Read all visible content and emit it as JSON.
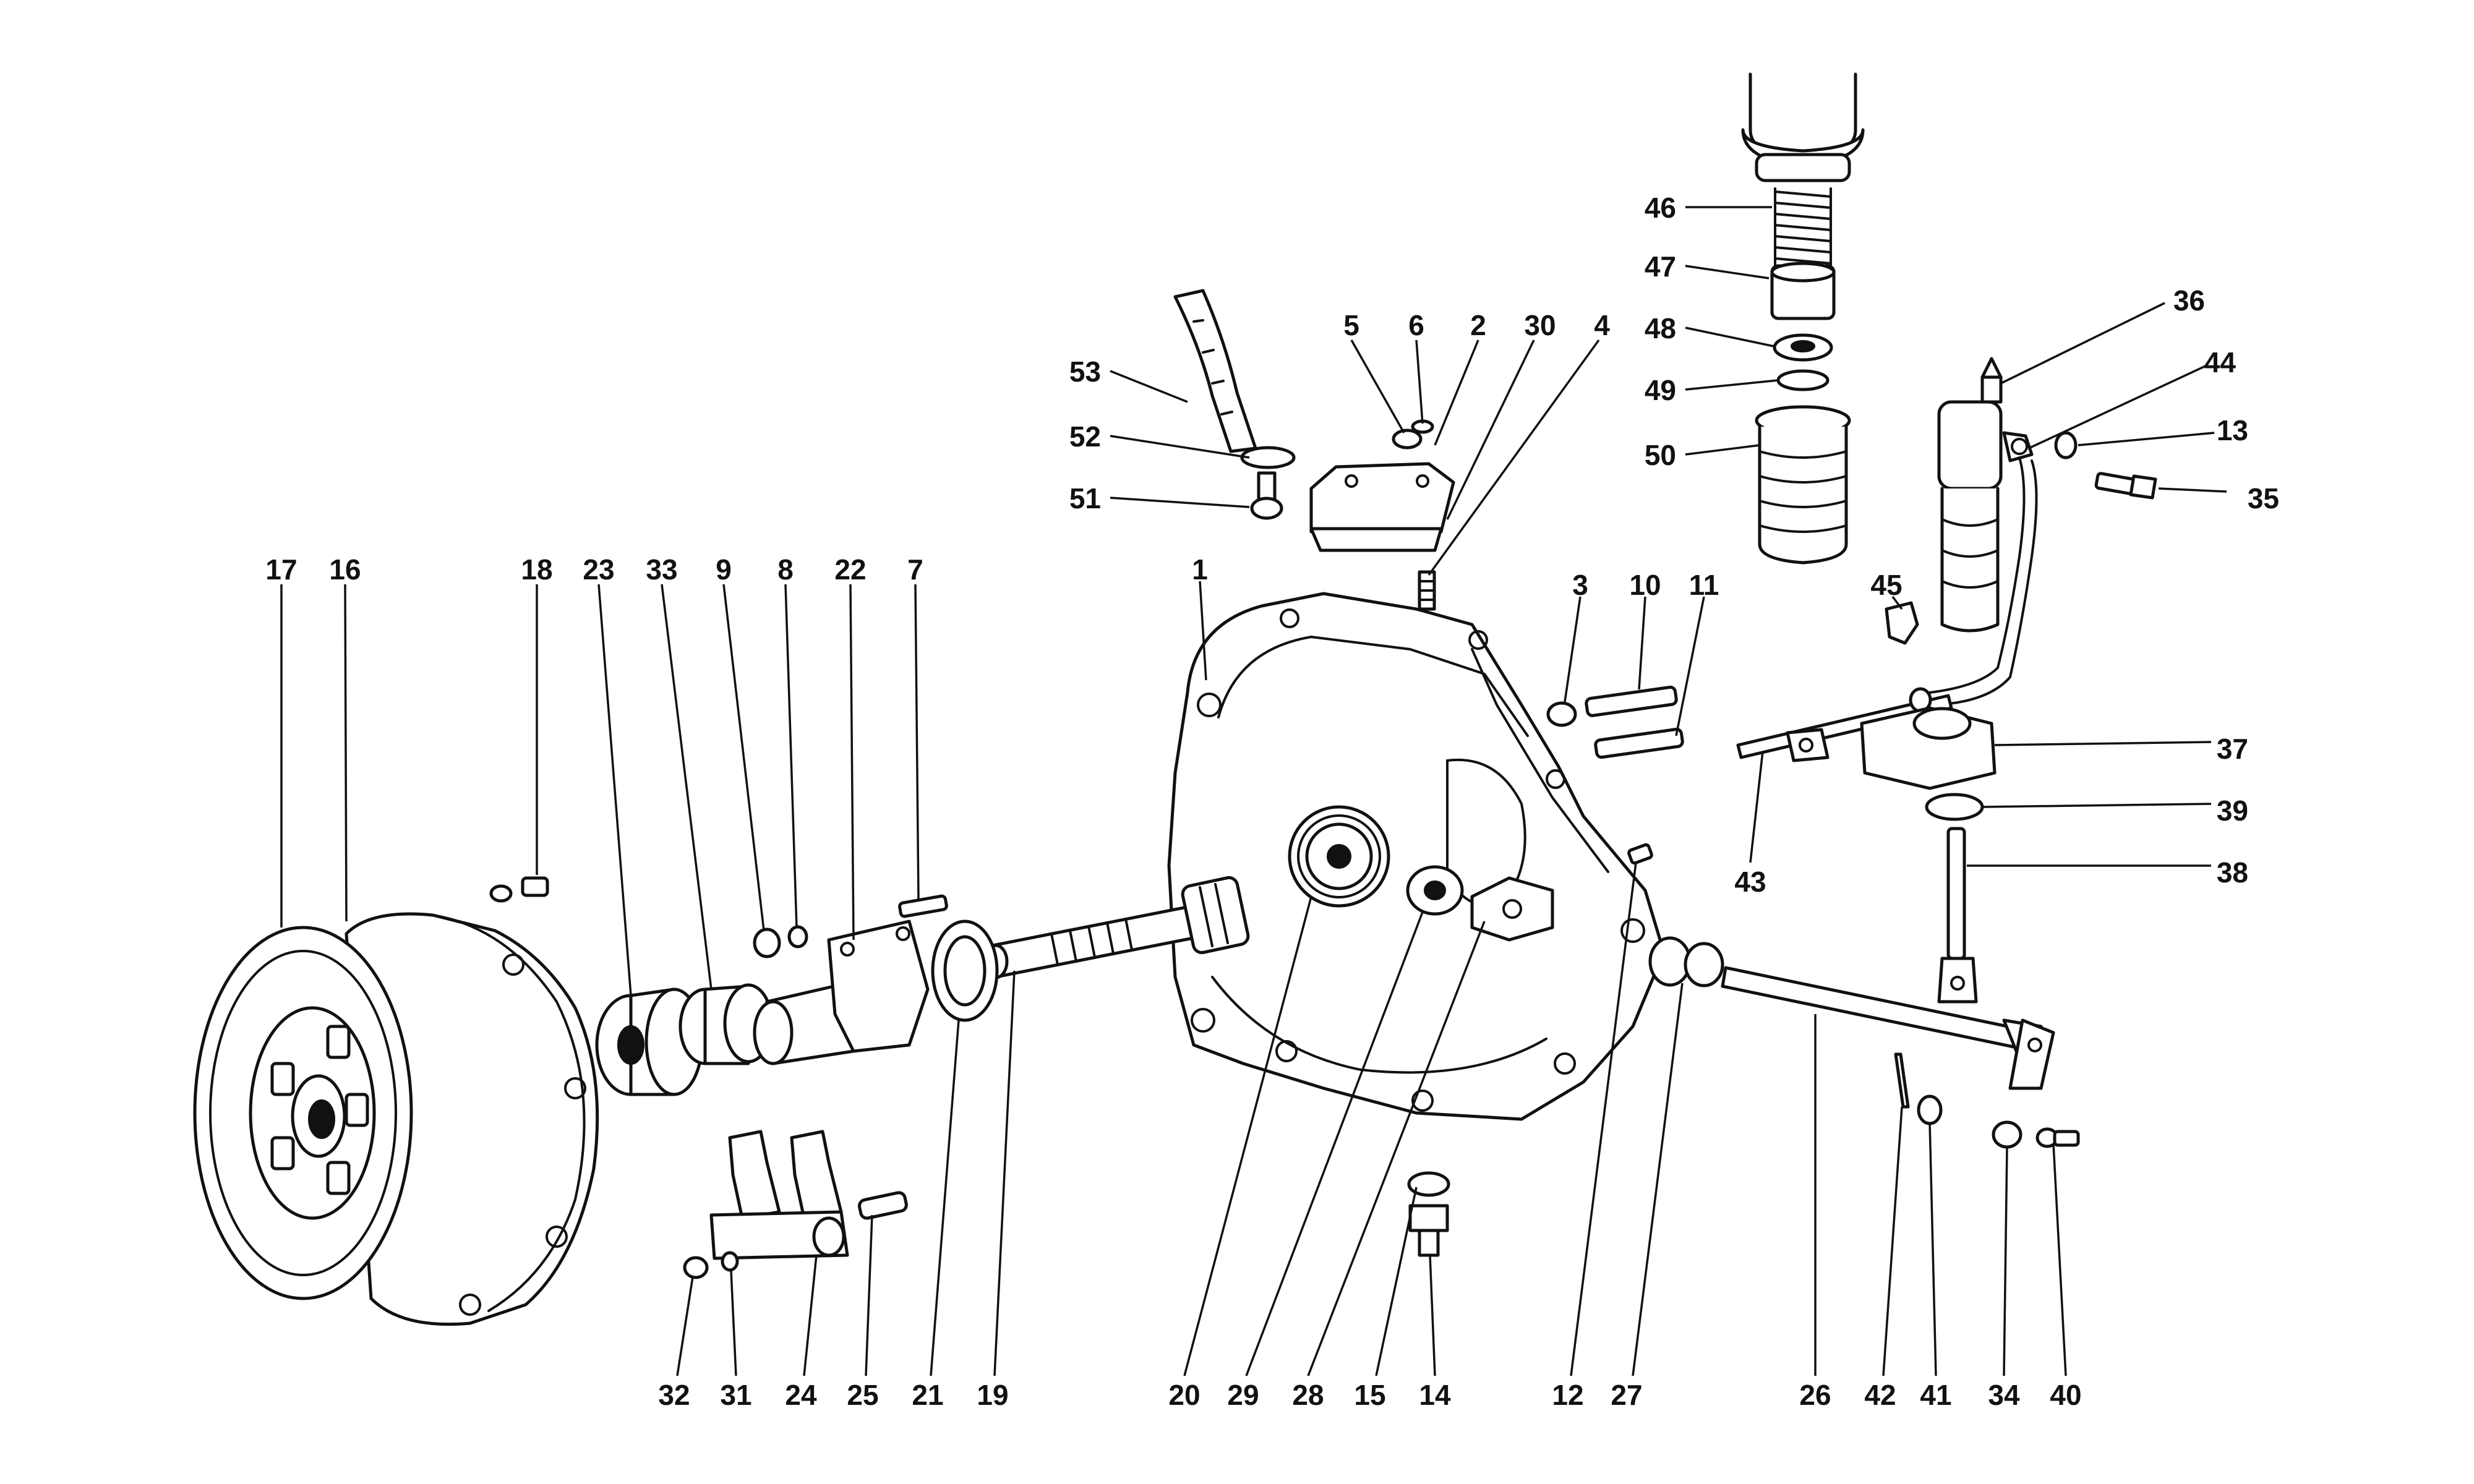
{
  "diagram": {
    "type": "exploded parts diagram",
    "subject": "clutch, bell housing and release mechanism",
    "line_color": "#111111",
    "background": "#ffffff",
    "callouts": [
      {
        "id": "53",
        "part": "hose"
      },
      {
        "id": "52",
        "part": "hose union"
      },
      {
        "id": "51",
        "part": "union bolt"
      },
      {
        "id": "5",
        "part": "nut"
      },
      {
        "id": "6",
        "part": "washer"
      },
      {
        "id": "2",
        "part": "stud"
      },
      {
        "id": "30",
        "part": "bracket plate"
      },
      {
        "id": "4",
        "part": "stud"
      },
      {
        "id": "46",
        "part": "spring"
      },
      {
        "id": "47",
        "part": "piston"
      },
      {
        "id": "48",
        "part": "seal"
      },
      {
        "id": "49",
        "part": "circlip"
      },
      {
        "id": "50",
        "part": "boot"
      },
      {
        "id": "36",
        "part": "bleed screw"
      },
      {
        "id": "44",
        "part": "slave cylinder"
      },
      {
        "id": "13",
        "part": "washer"
      },
      {
        "id": "35",
        "part": "bolt"
      },
      {
        "id": "45",
        "part": "clip"
      },
      {
        "id": "37",
        "part": "bracket"
      },
      {
        "id": "39",
        "part": "circlip"
      },
      {
        "id": "38",
        "part": "pushrod"
      },
      {
        "id": "43",
        "part": "rod"
      },
      {
        "id": "1",
        "part": "bell housing"
      },
      {
        "id": "3",
        "part": "dowel"
      },
      {
        "id": "10",
        "part": "stud"
      },
      {
        "id": "11",
        "part": "stud"
      },
      {
        "id": "17",
        "part": "clutch disc"
      },
      {
        "id": "16",
        "part": "pressure plate"
      },
      {
        "id": "18",
        "part": "screw"
      },
      {
        "id": "23",
        "part": "release bearing"
      },
      {
        "id": "33",
        "part": "bearing sleeve"
      },
      {
        "id": "9",
        "part": "nut"
      },
      {
        "id": "8",
        "part": "washer"
      },
      {
        "id": "22",
        "part": "bearing guide"
      },
      {
        "id": "7",
        "part": "stud"
      },
      {
        "id": "21",
        "part": "oil seal"
      },
      {
        "id": "19",
        "part": "shaft"
      },
      {
        "id": "20",
        "part": "shaft end"
      },
      {
        "id": "29",
        "part": "bearing"
      },
      {
        "id": "28",
        "part": "bush"
      },
      {
        "id": "15",
        "part": "washer"
      },
      {
        "id": "14",
        "part": "plug"
      },
      {
        "id": "12",
        "part": "dowel"
      },
      {
        "id": "27",
        "part": "bush"
      },
      {
        "id": "26",
        "part": "fork shaft"
      },
      {
        "id": "42",
        "part": "pin"
      },
      {
        "id": "41",
        "part": "washer"
      },
      {
        "id": "34",
        "part": "nut"
      },
      {
        "id": "40",
        "part": "bolt"
      },
      {
        "id": "32",
        "part": "nut"
      },
      {
        "id": "31",
        "part": "washer"
      },
      {
        "id": "24",
        "part": "release fork"
      },
      {
        "id": "25",
        "part": "pin"
      }
    ]
  }
}
